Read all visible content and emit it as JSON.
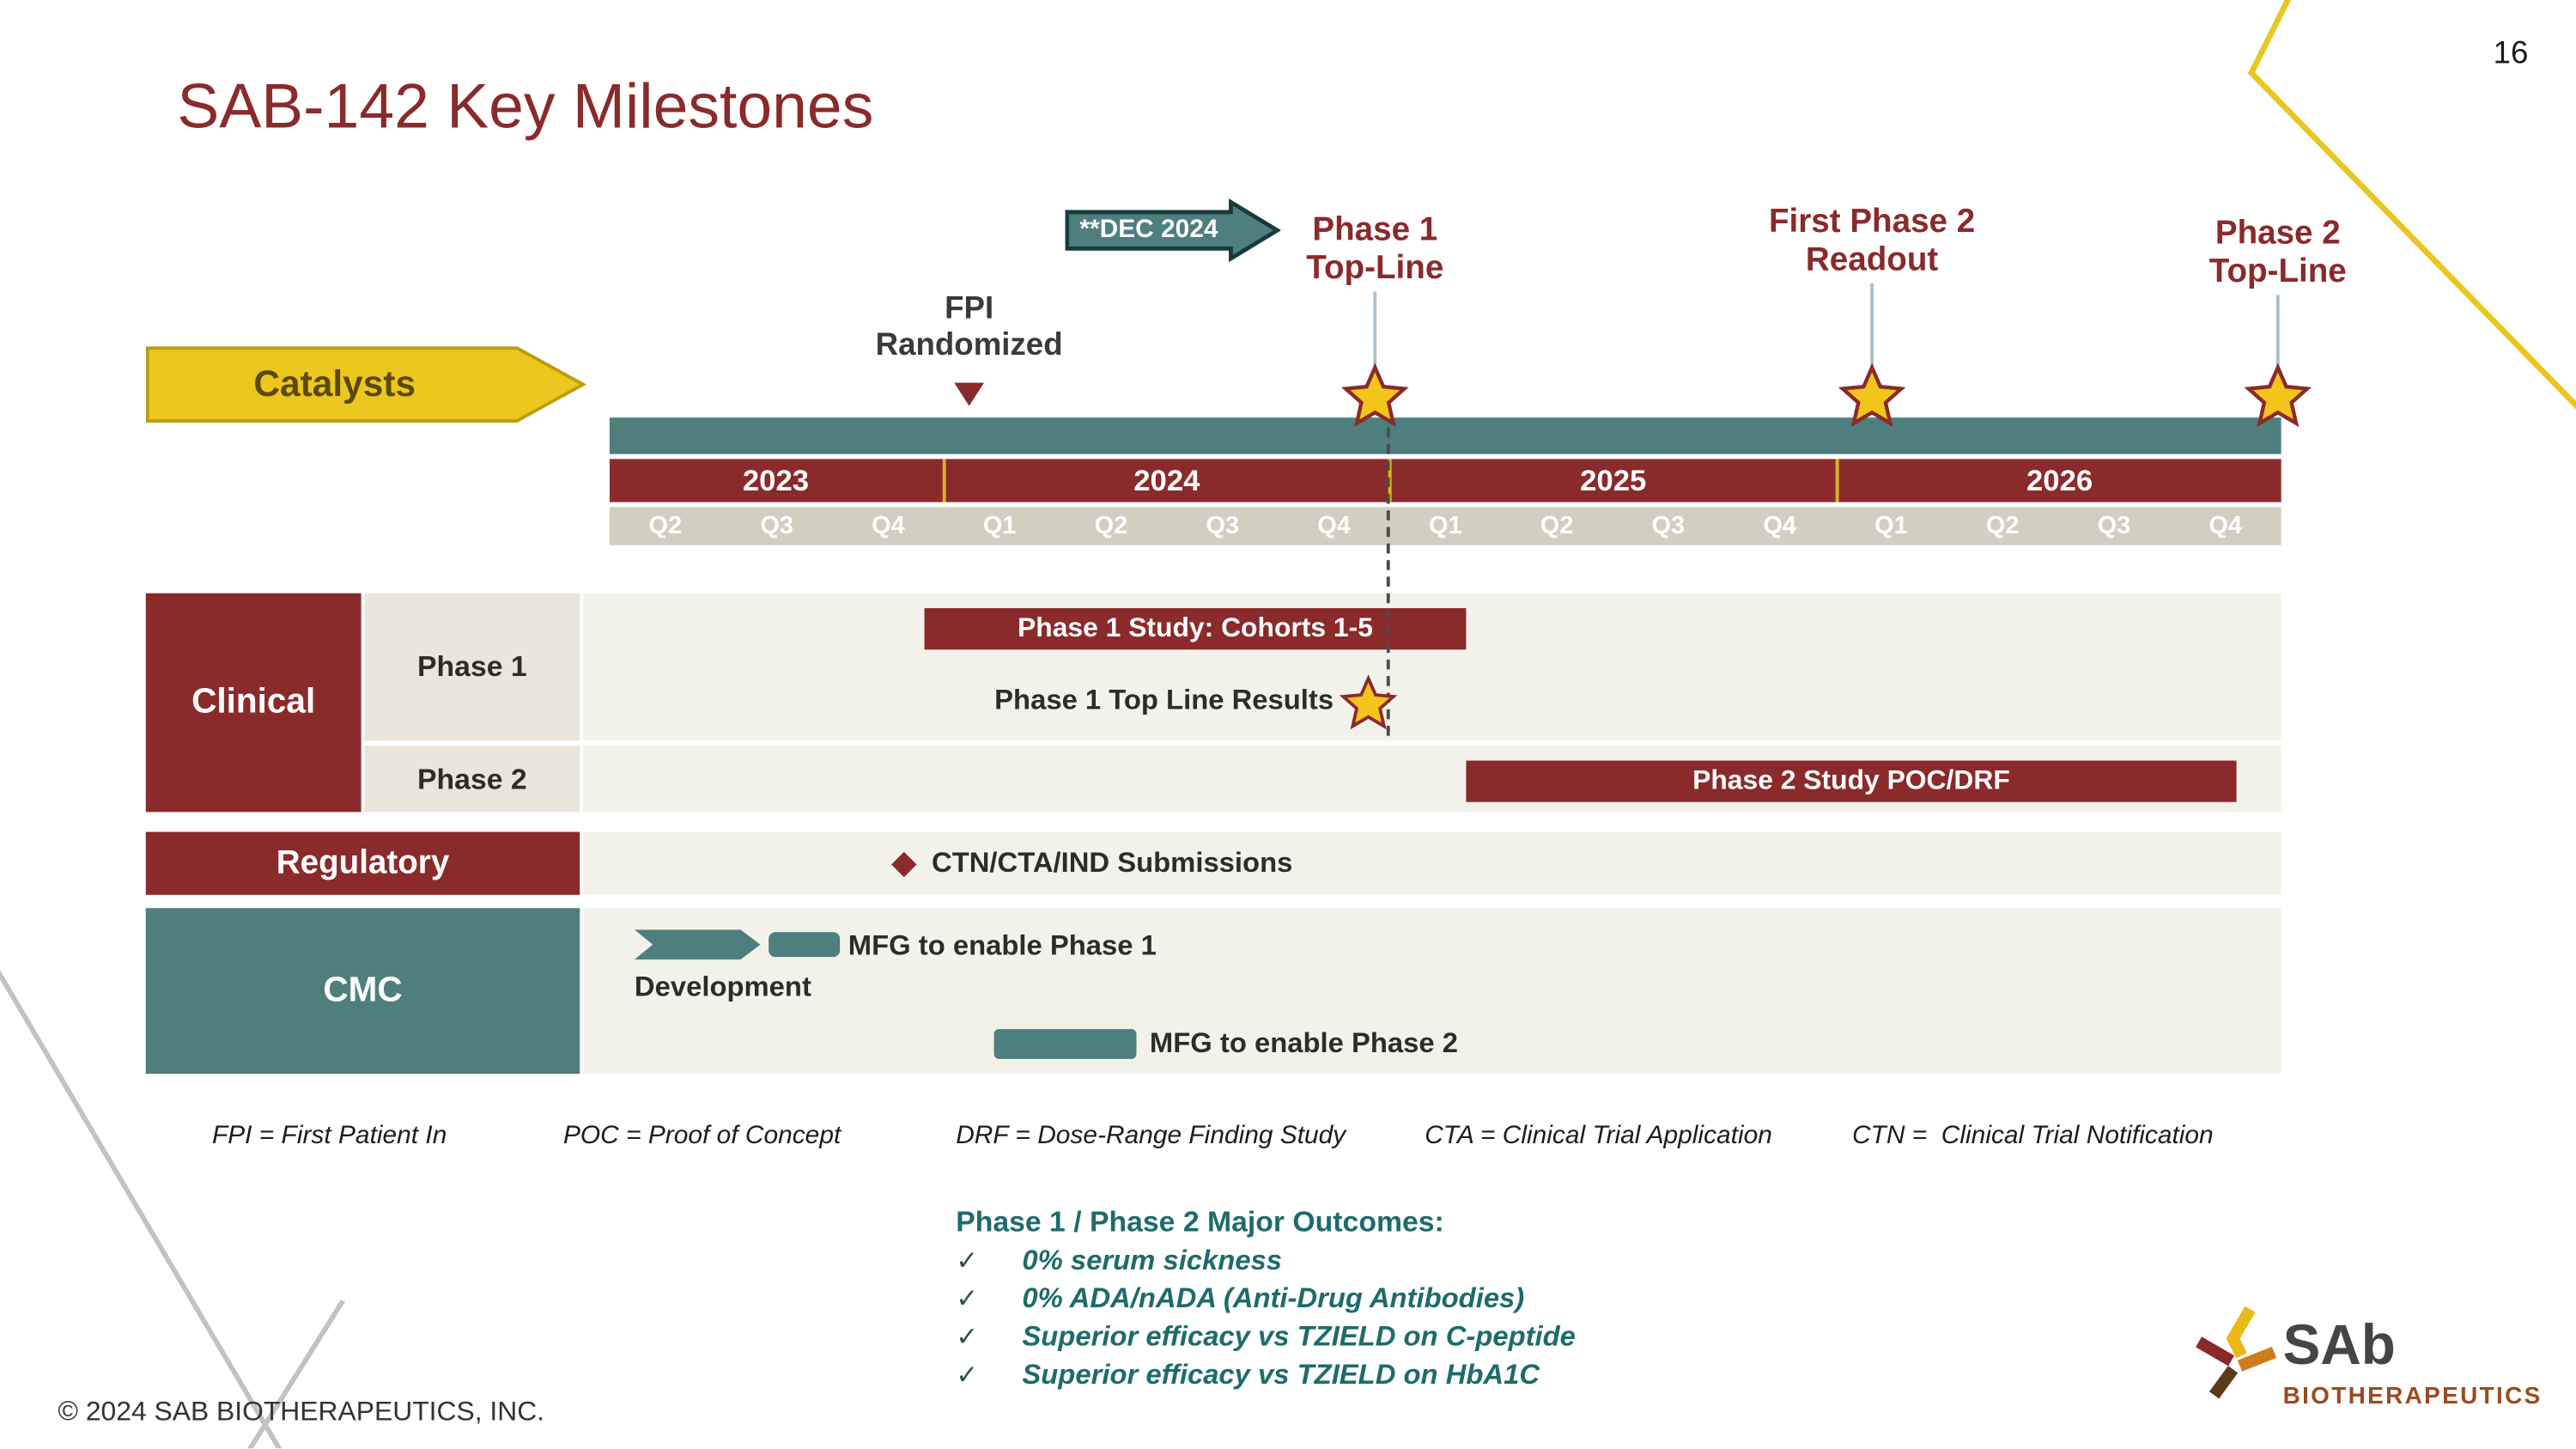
{
  "slide": {
    "page_number": "16",
    "title": "SAB-142 Key Milestones",
    "copyright": "© 2024 SAB BIOTHERAPEUTICS, INC."
  },
  "catalysts": {
    "label": "Catalysts"
  },
  "timeline": {
    "dec_badge": "**DEC 2024",
    "fpi": {
      "line1": "FPI",
      "line2": "Randomized"
    },
    "milestones": [
      {
        "line1": "Phase 1",
        "line2": "Top-Line"
      },
      {
        "line1": "First Phase 2",
        "line2": "Readout"
      },
      {
        "line1": "Phase 2",
        "line2": "Top-Line"
      }
    ],
    "years": [
      {
        "label": "2023",
        "quarters": [
          "Q2",
          "Q3",
          "Q4"
        ]
      },
      {
        "label": "2024",
        "quarters": [
          "Q1",
          "Q2",
          "Q3",
          "Q4"
        ]
      },
      {
        "label": "2025",
        "quarters": [
          "Q1",
          "Q2",
          "Q3",
          "Q4"
        ]
      },
      {
        "label": "2026",
        "quarters": [
          "Q1",
          "Q2",
          "Q3",
          "Q4"
        ]
      }
    ]
  },
  "swimlanes": {
    "clinical": {
      "label": "Clinical",
      "phase1": {
        "label": "Phase 1",
        "study_bar": "Phase 1 Study: Cohorts 1-5",
        "topline": "Phase 1 Top Line Results"
      },
      "phase2": {
        "label": "Phase 2",
        "study_bar": "Phase 2 Study POC/DRF"
      }
    },
    "regulatory": {
      "label": "Regulatory",
      "submission": "CTN/CTA/IND Submissions"
    },
    "cmc": {
      "label": "CMC",
      "mfg_phase1": "MFG to enable Phase 1",
      "development": "Development",
      "mfg_phase2": "MFG to enable Phase 2"
    }
  },
  "footnotes": [
    "FPI = First Patient In",
    "POC = Proof of Concept",
    "DRF = Dose-Range Finding Study",
    "CTA = Clinical Trial Application",
    "CTN =  Clinical Trial Notification"
  ],
  "outcomes": {
    "title": "Phase 1 / Phase 2 Major Outcomes:",
    "items": [
      "0% serum sickness",
      "0% ADA/nADA (Anti-Drug Antibodies)",
      "Superior efficacy vs TZIELD on C-peptide",
      "Superior efficacy vs TZIELD on HbA1C"
    ]
  },
  "logo": {
    "name": "SAb",
    "tagline": "BIOTHERAPEUTICS"
  },
  "colors": {
    "maroon": "#8a2a2b",
    "teal": "#4e7e7e",
    "gold": "#ecc81f",
    "tan": "#d2cfc0",
    "row_background": "#f3f2ea",
    "outcomes_teal": "#1e6b6b"
  }
}
